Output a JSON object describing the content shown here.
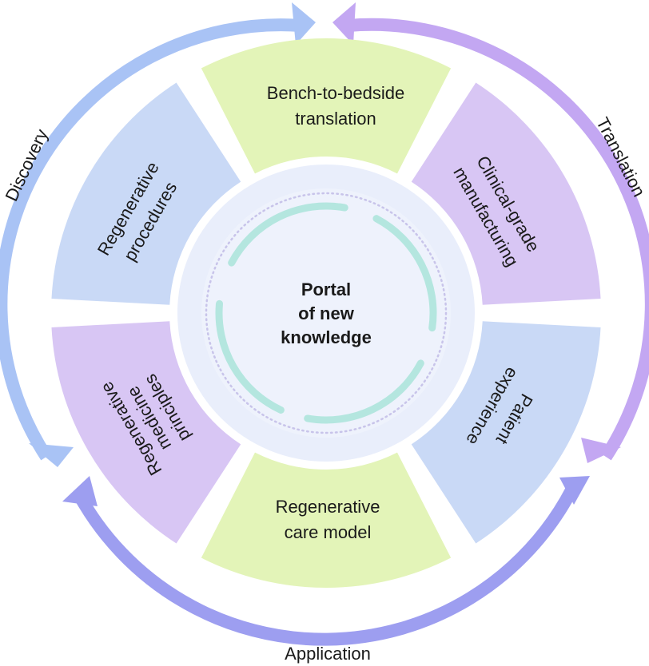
{
  "center": {
    "line1": "Portal",
    "line2": "of new",
    "line3": "knowledge"
  },
  "segments": [
    {
      "line1": "Bench-to-bedside",
      "line2": "translation",
      "color": "#e3f4b8"
    },
    {
      "line1": "Clinical-grade",
      "line2": "manufacturing",
      "color": "#d8c6f4"
    },
    {
      "line1": "Patient",
      "line2": "experience",
      "color": "#c9d9f6"
    },
    {
      "line1": "Regenerative",
      "line2": "care model",
      "color": "#e3f4b8"
    },
    {
      "line1": "Regenerative",
      "line2": "medicine",
      "line3": "principles",
      "color": "#d8c6f4"
    },
    {
      "line1": "Regenerative",
      "line2": "procedures",
      "color": "#c9d9f6"
    }
  ],
  "cycle": {
    "discovery": {
      "label": "Discovery",
      "color": "#a9c3f5"
    },
    "translation": {
      "label": "Translation",
      "color": "#c3a7f2"
    },
    "application": {
      "label": "Application",
      "color": "#9d9ef0"
    }
  },
  "center_colors": {
    "outer": "#e9eefb",
    "inner": "#eef2fc",
    "arcs": "#b4e6df",
    "dots": "#c8c4ea"
  }
}
